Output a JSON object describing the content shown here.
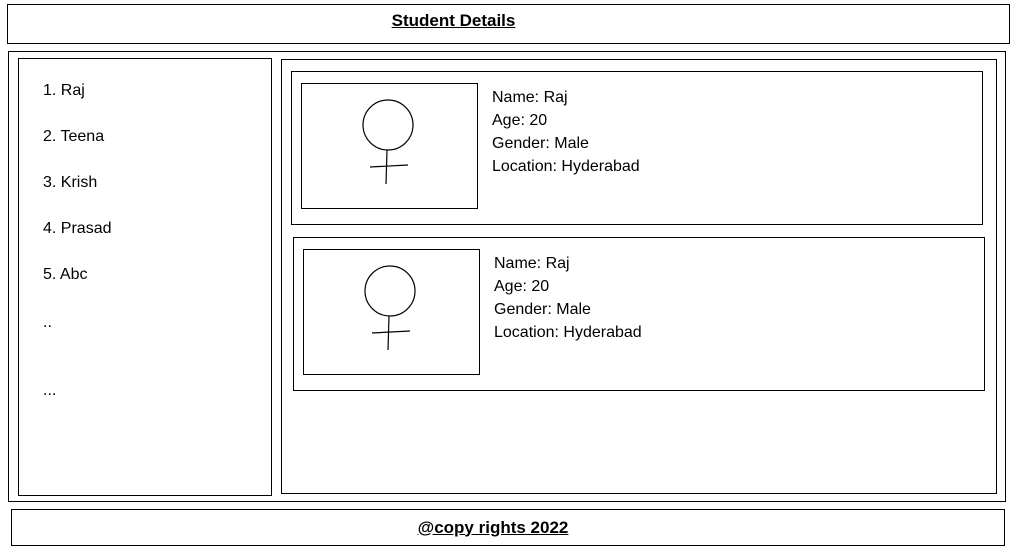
{
  "header": {
    "title": "Student Details"
  },
  "sidebar": {
    "items": [
      "1. Raj",
      "2. Teena",
      "3. Krish",
      "4. Prasad",
      "5. Abc",
      "..",
      "..."
    ]
  },
  "cards": [
    {
      "photo_icon": "female-symbol-icon",
      "name_line": "Name: Raj",
      "age_line": "Age: 20",
      "gender_line": "Gender: Male",
      "location_line": "Location: Hyderabad"
    },
    {
      "photo_icon": "female-symbol-icon",
      "name_line": "Name: Raj",
      "age_line": "Age: 20",
      "gender_line": "Gender: Male",
      "location_line": "Location: Hyderabad"
    }
  ],
  "footer": {
    "text": "@copy rights 2022"
  }
}
